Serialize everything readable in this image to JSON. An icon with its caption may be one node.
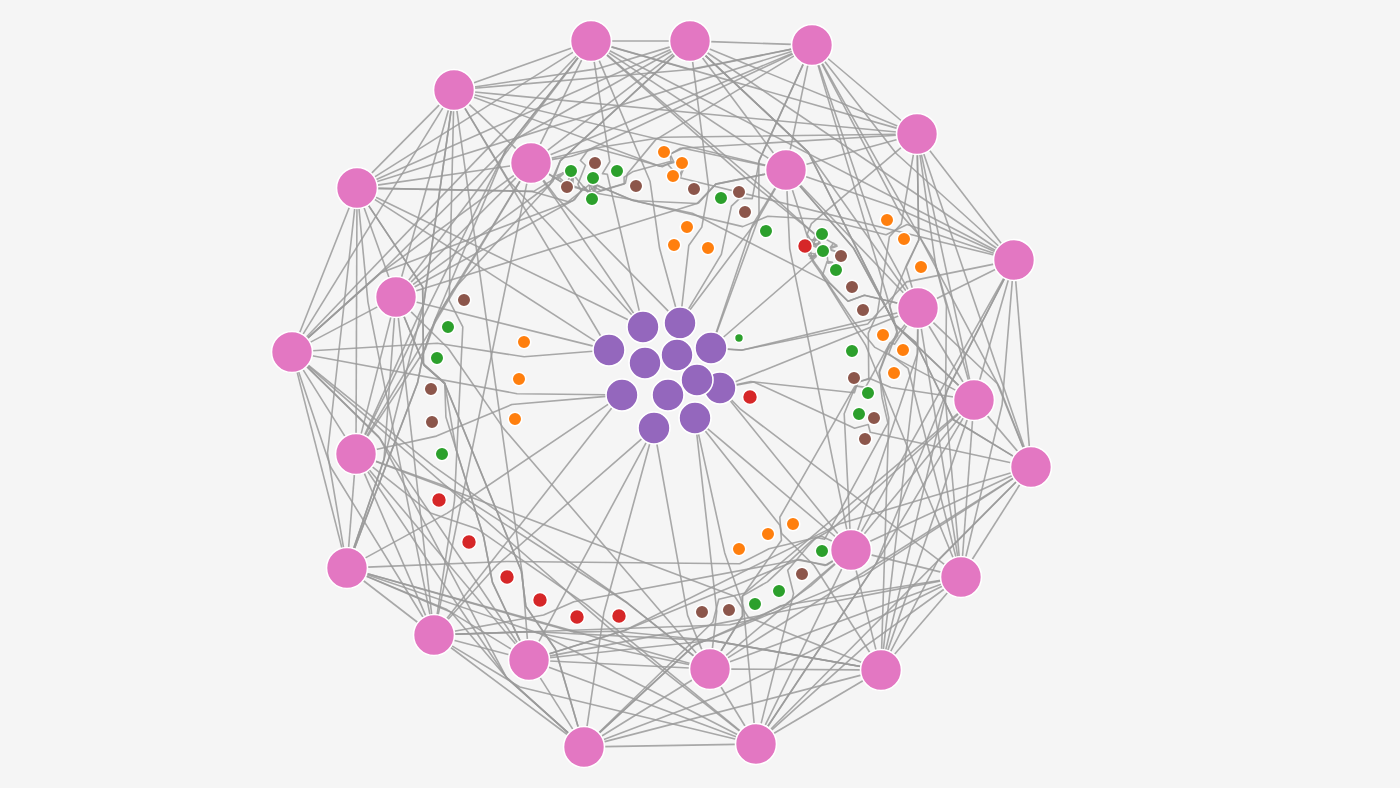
{
  "diagram": {
    "nodes": [
      {
        "text": [],
        "shape": "circle"
      },
      {
        "text": [],
        "shape": "circle"
      },
      {
        "text": [],
        "shape": "circle"
      },
      {
        "text": [],
        "shape": "circle"
      },
      {
        "text": [],
        "shape": "circle"
      },
      {
        "text": [],
        "shape": "circle"
      },
      {
        "text": [],
        "shape": "circle"
      },
      {
        "text": [],
        "shape": "circle"
      },
      {
        "text": [],
        "shape": "circle"
      },
      {
        "text": [],
        "shape": "circle"
      },
      {
        "text": [],
        "shape": "circle"
      },
      {
        "text": [],
        "shape": "circle"
      },
      {
        "text": [],
        "shape": "circle"
      },
      {
        "text": [],
        "shape": "circle"
      },
      {
        "text": [],
        "shape": "circle"
      },
      {
        "text": [],
        "shape": "circle"
      },
      {
        "text": [],
        "shape": "circle"
      },
      {
        "text": [],
        "shape": "circle"
      },
      {
        "text": [],
        "shape": "circle"
      },
      {
        "text": [],
        "shape": "circle"
      },
      {
        "text": [],
        "shape": "circle"
      },
      {
        "text": [],
        "shape": "circle"
      },
      {
        "text": [],
        "shape": "circle"
      },
      {
        "text": [],
        "shape": "circle"
      },
      {
        "text": [],
        "shape": "circle"
      },
      {
        "text": [],
        "shape": "circle"
      },
      {
        "text": [],
        "shape": "circle"
      },
      {
        "text": [],
        "shape": "circle"
      },
      {
        "text": [],
        "shape": "circle"
      },
      {
        "text": [],
        "shape": "circle"
      },
      {
        "text": [],
        "shape": "circle"
      },
      {
        "text": [],
        "shape": "circle"
      },
      {
        "text": [],
        "shape": "circle"
      },
      {
        "text": [],
        "shape": "circle"
      },
      {
        "text": [],
        "shape": "circle"
      },
      {
        "text": [],
        "shape": "circle"
      },
      {
        "text": [],
        "shape": "circle"
      },
      {
        "text": [],
        "shape": "circle"
      },
      {
        "text": [],
        "shape": "circle"
      },
      {
        "text": [],
        "shape": "circle"
      },
      {
        "text": [],
        "shape": "circle"
      },
      {
        "text": [],
        "shape": "circle"
      },
      {
        "text": [],
        "shape": "circle"
      },
      {
        "text": [],
        "shape": "circle"
      },
      {
        "text": [],
        "shape": "circle"
      },
      {
        "text": [],
        "shape": "circle"
      },
      {
        "text": [],
        "shape": "circle"
      },
      {
        "text": [],
        "shape": "circle"
      },
      {
        "text": [],
        "shape": "circle"
      },
      {
        "text": [],
        "shape": "circle"
      },
      {
        "text": [],
        "shape": "circle"
      },
      {
        "text": [],
        "shape": "circle"
      },
      {
        "text": [],
        "shape": "circle"
      },
      {
        "text": [],
        "shape": "circle"
      },
      {
        "text": [],
        "shape": "circle"
      },
      {
        "text": [],
        "shape": "circle"
      },
      {
        "text": [],
        "shape": "circle"
      },
      {
        "text": [],
        "shape": "circle"
      },
      {
        "text": [],
        "shape": "circle"
      },
      {
        "text": [],
        "shape": "circle"
      },
      {
        "text": [],
        "shape": "circle"
      },
      {
        "text": [],
        "shape": "circle"
      },
      {
        "text": [],
        "shape": "circle"
      },
      {
        "text": [],
        "shape": "circle"
      },
      {
        "text": [],
        "shape": "circle"
      },
      {
        "text": [],
        "shape": "circle"
      },
      {
        "text": [],
        "shape": "circle"
      },
      {
        "text": [],
        "shape": "circle"
      },
      {
        "text": [],
        "shape": "circle"
      },
      {
        "text": [],
        "shape": "circle"
      },
      {
        "text": [],
        "shape": "circle"
      },
      {
        "text": [],
        "shape": "circle"
      },
      {
        "text": [],
        "shape": "circle"
      },
      {
        "text": [],
        "shape": "circle"
      },
      {
        "text": [],
        "shape": "circle"
      },
      {
        "text": [],
        "shape": "circle"
      },
      {
        "text": [],
        "shape": "circle"
      },
      {
        "text": [],
        "shape": "circle"
      },
      {
        "text": [],
        "shape": "circle"
      },
      {
        "text": [],
        "shape": "circle"
      },
      {
        "text": [],
        "shape": "circle"
      },
      {
        "text": [],
        "shape": "circle"
      },
      {
        "text": [],
        "shape": "circle"
      },
      {
        "text": [],
        "shape": "circle"
      },
      {
        "text": [],
        "shape": "circle"
      },
      {
        "text": [],
        "shape": "circle"
      },
      {
        "text": [],
        "shape": "circle"
      },
      {
        "text": [],
        "shape": "circle"
      },
      {
        "text": [],
        "shape": "circle"
      },
      {
        "text": [],
        "shape": "circle"
      },
      {
        "text": [],
        "shape": "circle"
      },
      {
        "text": [],
        "shape": "circle"
      },
      {
        "text": [],
        "shape": "circle"
      },
      {
        "text": [],
        "shape": "circle"
      },
      {
        "text": [],
        "shape": "circle"
      },
      {
        "text": [],
        "shape": "circle"
      },
      {
        "text": [],
        "shape": "circle"
      },
      {
        "text": [],
        "shape": "circle"
      },
      {
        "text": [],
        "shape": "circle"
      }
    ],
    "edges": [
      {
        "from": 11,
        "to": 9,
        "arrow": "none"
      },
      {
        "from": 11,
        "to": 7,
        "arrow": "none"
      },
      {
        "from": 11,
        "to": 3,
        "arrow": "none"
      },
      {
        "from": 11,
        "to": 5,
        "arrow": "none"
      },
      {
        "from": 11,
        "to": 0,
        "arrow": "none"
      },
      {
        "from": 11,
        "to": 1,
        "arrow": "none"
      },
      {
        "from": 11,
        "to": 2,
        "arrow": "none"
      },
      {
        "from": 9,
        "to": 7,
        "arrow": "none"
      },
      {
        "from": 9,
        "to": 3,
        "arrow": "none"
      },
      {
        "from": 9,
        "to": 5,
        "arrow": "none"
      },
      {
        "from": 9,
        "to": 0,
        "arrow": "none"
      },
      {
        "from": 9,
        "to": 1,
        "arrow": "none"
      },
      {
        "from": 9,
        "to": 2,
        "arrow": "none"
      },
      {
        "from": 9,
        "to": 6,
        "arrow": "none"
      },
      {
        "from": 7,
        "to": 3,
        "arrow": "none"
      },
      {
        "from": 7,
        "to": 5,
        "arrow": "none"
      },
      {
        "from": 7,
        "to": 0,
        "arrow": "none"
      },
      {
        "from": 7,
        "to": 1,
        "arrow": "none"
      },
      {
        "from": 7,
        "to": 2,
        "arrow": "none"
      },
      {
        "from": 7,
        "to": 6,
        "arrow": "none"
      },
      {
        "from": 7,
        "to": 4,
        "arrow": "none"
      },
      {
        "from": 3,
        "to": 5,
        "arrow": "none"
      },
      {
        "from": 3,
        "to": 0,
        "arrow": "none"
      },
      {
        "from": 3,
        "to": 1,
        "arrow": "none"
      },
      {
        "from": 3,
        "to": 2,
        "arrow": "none"
      },
      {
        "from": 3,
        "to": 6,
        "arrow": "none"
      },
      {
        "from": 3,
        "to": 4,
        "arrow": "none"
      },
      {
        "from": 3,
        "to": 8,
        "arrow": "none"
      },
      {
        "from": 5,
        "to": 0,
        "arrow": "none"
      },
      {
        "from": 5,
        "to": 1,
        "arrow": "none"
      },
      {
        "from": 5,
        "to": 2,
        "arrow": "none"
      },
      {
        "from": 5,
        "to": 6,
        "arrow": "none"
      },
      {
        "from": 5,
        "to": 4,
        "arrow": "none"
      },
      {
        "from": 5,
        "to": 8,
        "arrow": "none"
      },
      {
        "from": 5,
        "to": 10,
        "arrow": "none"
      },
      {
        "from": 0,
        "to": 1,
        "arrow": "none"
      },
      {
        "from": 0,
        "to": 2,
        "arrow": "none"
      },
      {
        "from": 0,
        "to": 6,
        "arrow": "none"
      },
      {
        "from": 0,
        "to": 4,
        "arrow": "none"
      },
      {
        "from": 0,
        "to": 8,
        "arrow": "none"
      },
      {
        "from": 0,
        "to": 10,
        "arrow": "none"
      },
      {
        "from": 0,
        "to": 12,
        "arrow": "none"
      },
      {
        "from": 1,
        "to": 2,
        "arrow": "none"
      },
      {
        "from": 1,
        "to": 6,
        "arrow": "none"
      },
      {
        "from": 1,
        "to": 4,
        "arrow": "none"
      },
      {
        "from": 1,
        "to": 8,
        "arrow": "none"
      },
      {
        "from": 1,
        "to": 10,
        "arrow": "none"
      },
      {
        "from": 1,
        "to": 12,
        "arrow": "none"
      },
      {
        "from": 1,
        "to": 14,
        "arrow": "none"
      },
      {
        "from": 2,
        "to": 6,
        "arrow": "none"
      },
      {
        "from": 2,
        "to": 4,
        "arrow": "none"
      },
      {
        "from": 2,
        "to": 8,
        "arrow": "none"
      },
      {
        "from": 2,
        "to": 10,
        "arrow": "none"
      },
      {
        "from": 2,
        "to": 12,
        "arrow": "none"
      },
      {
        "from": 2,
        "to": 14,
        "arrow": "none"
      },
      {
        "from": 2,
        "to": 17,
        "arrow": "none"
      },
      {
        "from": 6,
        "to": 4,
        "arrow": "none"
      },
      {
        "from": 6,
        "to": 8,
        "arrow": "none"
      },
      {
        "from": 6,
        "to": 10,
        "arrow": "none"
      },
      {
        "from": 6,
        "to": 12,
        "arrow": "none"
      },
      {
        "from": 6,
        "to": 14,
        "arrow": "none"
      },
      {
        "from": 6,
        "to": 17,
        "arrow": "none"
      },
      {
        "from": 6,
        "to": 15,
        "arrow": "none"
      },
      {
        "from": 4,
        "to": 8,
        "arrow": "none"
      },
      {
        "from": 4,
        "to": 10,
        "arrow": "none"
      },
      {
        "from": 4,
        "to": 12,
        "arrow": "none"
      },
      {
        "from": 4,
        "to": 14,
        "arrow": "none"
      },
      {
        "from": 4,
        "to": 17,
        "arrow": "none"
      },
      {
        "from": 4,
        "to": 15,
        "arrow": "none"
      },
      {
        "from": 4,
        "to": 21,
        "arrow": "none"
      },
      {
        "from": 8,
        "to": 10,
        "arrow": "none"
      },
      {
        "from": 8,
        "to": 12,
        "arrow": "none"
      },
      {
        "from": 8,
        "to": 14,
        "arrow": "none"
      },
      {
        "from": 8,
        "to": 17,
        "arrow": "none"
      },
      {
        "from": 8,
        "to": 15,
        "arrow": "none"
      },
      {
        "from": 8,
        "to": 21,
        "arrow": "none"
      },
      {
        "from": 8,
        "to": 23,
        "arrow": "none"
      },
      {
        "from": 10,
        "to": 12,
        "arrow": "none"
      },
      {
        "from": 10,
        "to": 14,
        "arrow": "none"
      },
      {
        "from": 10,
        "to": 17,
        "arrow": "none"
      },
      {
        "from": 10,
        "to": 15,
        "arrow": "none"
      },
      {
        "from": 10,
        "to": 21,
        "arrow": "none"
      },
      {
        "from": 10,
        "to": 23,
        "arrow": "none"
      },
      {
        "from": 10,
        "to": 20,
        "arrow": "none"
      },
      {
        "from": 12,
        "to": 14,
        "arrow": "none"
      },
      {
        "from": 12,
        "to": 17,
        "arrow": "none"
      },
      {
        "from": 12,
        "to": 15,
        "arrow": "none"
      },
      {
        "from": 12,
        "to": 21,
        "arrow": "none"
      },
      {
        "from": 12,
        "to": 23,
        "arrow": "none"
      },
      {
        "from": 12,
        "to": 20,
        "arrow": "none"
      },
      {
        "from": 12,
        "to": 22,
        "arrow": "none"
      },
      {
        "from": 14,
        "to": 17,
        "arrow": "none"
      },
      {
        "from": 14,
        "to": 15,
        "arrow": "none"
      },
      {
        "from": 14,
        "to": 21,
        "arrow": "none"
      },
      {
        "from": 14,
        "to": 23,
        "arrow": "none"
      },
      {
        "from": 14,
        "to": 20,
        "arrow": "none"
      },
      {
        "from": 14,
        "to": 22,
        "arrow": "none"
      },
      {
        "from": 14,
        "to": 19,
        "arrow": "none"
      },
      {
        "from": 17,
        "to": 15,
        "arrow": "none"
      },
      {
        "from": 17,
        "to": 21,
        "arrow": "none"
      },
      {
        "from": 17,
        "to": 23,
        "arrow": "none"
      },
      {
        "from": 17,
        "to": 20,
        "arrow": "none"
      },
      {
        "from": 17,
        "to": 22,
        "arrow": "none"
      },
      {
        "from": 17,
        "to": 19,
        "arrow": "none"
      },
      {
        "from": 17,
        "to": 18,
        "arrow": "none"
      },
      {
        "from": 15,
        "to": 21,
        "arrow": "none"
      },
      {
        "from": 15,
        "to": 23,
        "arrow": "none"
      },
      {
        "from": 15,
        "to": 20,
        "arrow": "none"
      },
      {
        "from": 15,
        "to": 22,
        "arrow": "none"
      },
      {
        "from": 15,
        "to": 19,
        "arrow": "none"
      },
      {
        "from": 15,
        "to": 18,
        "arrow": "none"
      },
      {
        "from": 15,
        "to": 16,
        "arrow": "none"
      },
      {
        "from": 21,
        "to": 23,
        "arrow": "none"
      },
      {
        "from": 21,
        "to": 20,
        "arrow": "none"
      },
      {
        "from": 21,
        "to": 22,
        "arrow": "none"
      },
      {
        "from": 21,
        "to": 19,
        "arrow": "none"
      },
      {
        "from": 21,
        "to": 18,
        "arrow": "none"
      },
      {
        "from": 21,
        "to": 16,
        "arrow": "none"
      },
      {
        "from": 21,
        "to": 13,
        "arrow": "none"
      },
      {
        "from": 23,
        "to": 20,
        "arrow": "none"
      },
      {
        "from": 23,
        "to": 22,
        "arrow": "none"
      },
      {
        "from": 23,
        "to": 19,
        "arrow": "none"
      },
      {
        "from": 23,
        "to": 18,
        "arrow": "none"
      },
      {
        "from": 23,
        "to": 16,
        "arrow": "none"
      },
      {
        "from": 23,
        "to": 13,
        "arrow": "none"
      },
      {
        "from": 23,
        "to": 11,
        "arrow": "none"
      },
      {
        "from": 20,
        "to": 22,
        "arrow": "none"
      },
      {
        "from": 20,
        "to": 19,
        "arrow": "none"
      },
      {
        "from": 20,
        "to": 18,
        "arrow": "none"
      },
      {
        "from": 20,
        "to": 16,
        "arrow": "none"
      },
      {
        "from": 20,
        "to": 13,
        "arrow": "none"
      },
      {
        "from": 20,
        "to": 11,
        "arrow": "none"
      },
      {
        "from": 20,
        "to": 9,
        "arrow": "none"
      },
      {
        "from": 22,
        "to": 19,
        "arrow": "none"
      },
      {
        "from": 22,
        "to": 18,
        "arrow": "none"
      },
      {
        "from": 22,
        "to": 16,
        "arrow": "none"
      },
      {
        "from": 22,
        "to": 13,
        "arrow": "none"
      },
      {
        "from": 22,
        "to": 11,
        "arrow": "none"
      },
      {
        "from": 22,
        "to": 9,
        "arrow": "none"
      },
      {
        "from": 22,
        "to": 7,
        "arrow": "none"
      },
      {
        "from": 19,
        "to": 18,
        "arrow": "none"
      },
      {
        "from": 19,
        "to": 16,
        "arrow": "none"
      },
      {
        "from": 19,
        "to": 13,
        "arrow": "none"
      },
      {
        "from": 19,
        "to": 11,
        "arrow": "none"
      },
      {
        "from": 19,
        "to": 9,
        "arrow": "none"
      },
      {
        "from": 19,
        "to": 7,
        "arrow": "none"
      },
      {
        "from": 19,
        "to": 3,
        "arrow": "none"
      },
      {
        "from": 18,
        "to": 16,
        "arrow": "none"
      },
      {
        "from": 18,
        "to": 13,
        "arrow": "none"
      },
      {
        "from": 18,
        "to": 11,
        "arrow": "none"
      },
      {
        "from": 18,
        "to": 9,
        "arrow": "none"
      },
      {
        "from": 18,
        "to": 7,
        "arrow": "none"
      },
      {
        "from": 18,
        "to": 3,
        "arrow": "none"
      },
      {
        "from": 18,
        "to": 5,
        "arrow": "none"
      },
      {
        "from": 16,
        "to": 13,
        "arrow": "none"
      },
      {
        "from": 16,
        "to": 11,
        "arrow": "none"
      },
      {
        "from": 16,
        "to": 9,
        "arrow": "none"
      },
      {
        "from": 16,
        "to": 7,
        "arrow": "none"
      },
      {
        "from": 16,
        "to": 3,
        "arrow": "none"
      },
      {
        "from": 16,
        "to": 5,
        "arrow": "none"
      },
      {
        "from": 16,
        "to": 0,
        "arrow": "none"
      },
      {
        "from": 13,
        "to": 11,
        "arrow": "none"
      },
      {
        "from": 13,
        "to": 9,
        "arrow": "none"
      },
      {
        "from": 13,
        "to": 7,
        "arrow": "none"
      },
      {
        "from": 13,
        "to": 3,
        "arrow": "none"
      },
      {
        "from": 13,
        "to": 5,
        "arrow": "none"
      },
      {
        "from": 13,
        "to": 0,
        "arrow": "none"
      },
      {
        "from": 13,
        "to": 1,
        "arrow": "none"
      },
      {
        "from": 24,
        "to": 0,
        "arrow": "none"
      },
      {
        "from": 24,
        "to": 1,
        "arrow": "none"
      },
      {
        "from": 24,
        "to": 2,
        "arrow": "none"
      },
      {
        "from": 24,
        "to": 5,
        "arrow": "none"
      },
      {
        "from": 24,
        "to": 6,
        "arrow": "none"
      },
      {
        "from": 25,
        "to": 3,
        "arrow": "none"
      },
      {
        "from": 25,
        "to": 5,
        "arrow": "none"
      },
      {
        "from": 25,
        "to": 0,
        "arrow": "none"
      },
      {
        "from": 25,
        "to": 7,
        "arrow": "none"
      },
      {
        "from": 27,
        "to": 7,
        "arrow": "none"
      },
      {
        "from": 27,
        "to": 9,
        "arrow": "none"
      },
      {
        "from": 27,
        "to": 11,
        "arrow": "none"
      },
      {
        "from": 27,
        "to": 3,
        "arrow": "none"
      },
      {
        "from": 33,
        "to": 13,
        "arrow": "none"
      },
      {
        "from": 33,
        "to": 16,
        "arrow": "none"
      },
      {
        "from": 33,
        "to": 18,
        "arrow": "none"
      },
      {
        "from": 33,
        "to": 11,
        "arrow": "none"
      },
      {
        "from": 35,
        "to": 19,
        "arrow": "none"
      },
      {
        "from": 35,
        "to": 22,
        "arrow": "none"
      },
      {
        "from": 35,
        "to": 18,
        "arrow": "none"
      },
      {
        "from": 35,
        "to": 20,
        "arrow": "none"
      },
      {
        "from": 34,
        "to": 20,
        "arrow": "none"
      },
      {
        "from": 34,
        "to": 23,
        "arrow": "none"
      },
      {
        "from": 34,
        "to": 21,
        "arrow": "none"
      },
      {
        "from": 34,
        "to": 15,
        "arrow": "none"
      },
      {
        "from": 30,
        "to": 12,
        "arrow": "none"
      },
      {
        "from": 30,
        "to": 14,
        "arrow": "none"
      },
      {
        "from": 30,
        "to": 17,
        "arrow": "none"
      },
      {
        "from": 30,
        "to": 15,
        "arrow": "none"
      },
      {
        "from": 30,
        "to": 10,
        "arrow": "none"
      },
      {
        "from": 26,
        "to": 6,
        "arrow": "none"
      },
      {
        "from": 26,
        "to": 4,
        "arrow": "none"
      },
      {
        "from": 26,
        "to": 8,
        "arrow": "none"
      },
      {
        "from": 26,
        "to": 10,
        "arrow": "none"
      },
      {
        "from": 26,
        "to": 2,
        "arrow": "none"
      }
    ]
  }
}
